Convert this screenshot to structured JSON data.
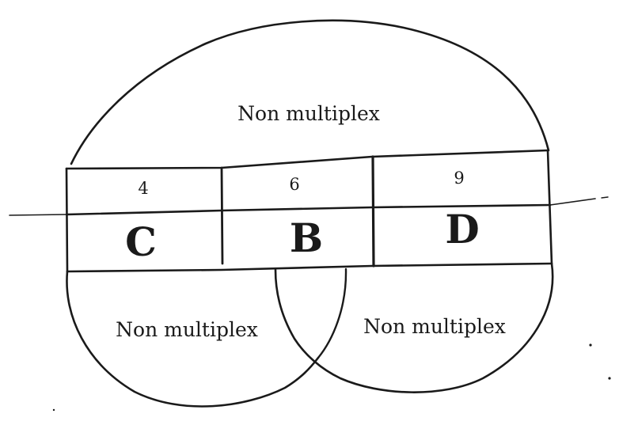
{
  "top_region": {
    "label": "Non multiplex"
  },
  "bottom_left_region": {
    "label": "Non multiplex"
  },
  "bottom_right_region": {
    "label": "Non multiplex"
  },
  "band": {
    "numbers": [
      {
        "id": "c",
        "value": "4"
      },
      {
        "id": "b",
        "value": "6"
      },
      {
        "id": "d",
        "value": "9"
      }
    ],
    "cells": [
      {
        "id": "c",
        "letter": "C"
      },
      {
        "id": "b",
        "letter": "B"
      },
      {
        "id": "d",
        "letter": "D"
      }
    ]
  },
  "colors": {
    "ink": "#1a1a1a",
    "paper": "#ffffff"
  }
}
